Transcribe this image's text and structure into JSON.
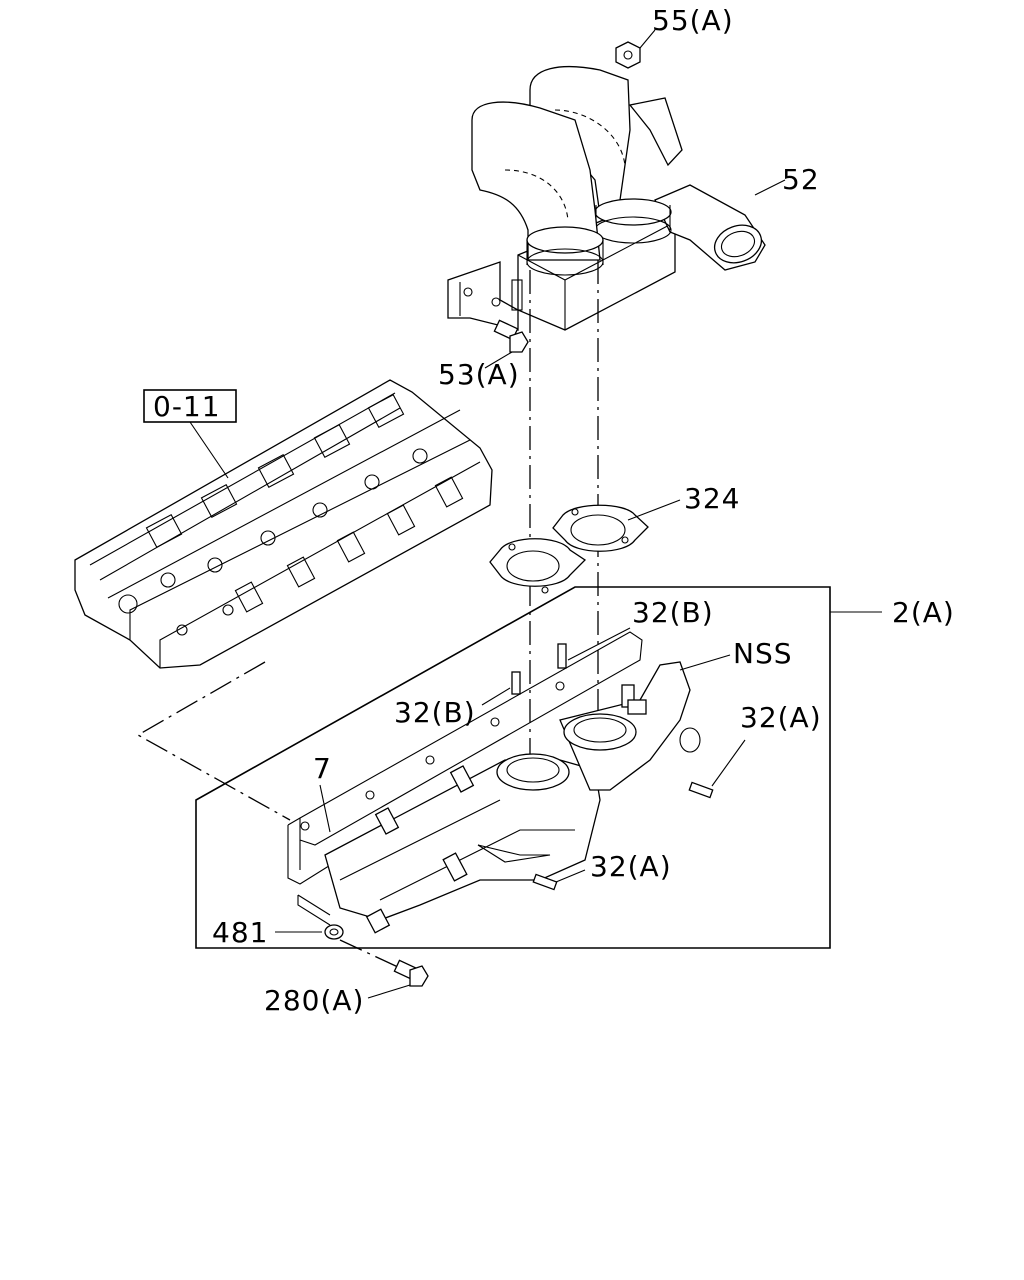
{
  "callouts": {
    "nut_55a": "55(A)",
    "intake_pipe_52": "52",
    "bolt_53a": "53(A)",
    "ref_0_11": "0-11",
    "gasket_324": "324",
    "manifold_2a": "2(A)",
    "stud_32b_upper": "32(B)",
    "nss": "NSS",
    "stud_32b_left": "32(B)",
    "stud_32a_right": "32(A)",
    "gasket_7": "7",
    "stud_32a_lower": "32(A)",
    "washer_481": "481",
    "bolt_280a": "280(A)"
  }
}
